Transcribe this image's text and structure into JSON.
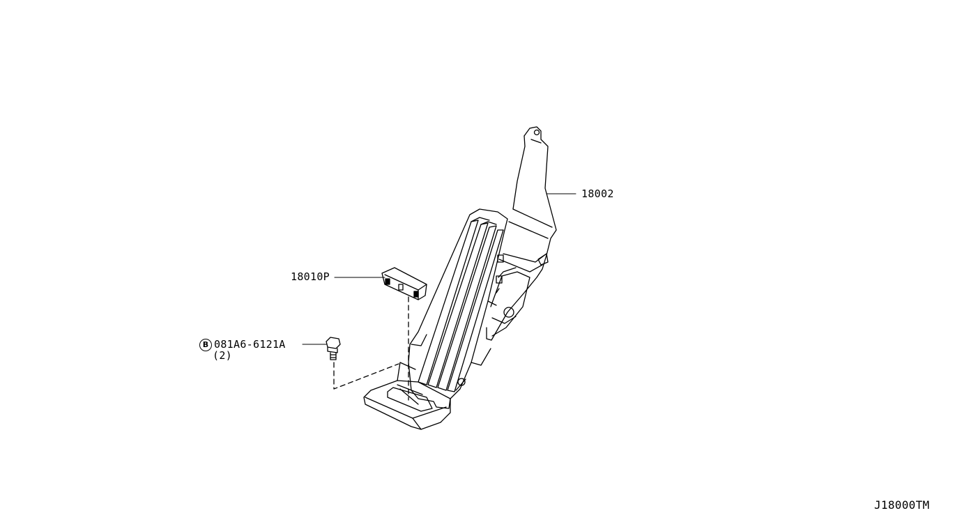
{
  "diagram": {
    "callouts": {
      "pedal_assembly": "18002",
      "pad_cover": "18010P",
      "bolt_symbol": "B",
      "bolt_part": "081A6-6121A",
      "bolt_qty": "(2)"
    },
    "drawing_code": "J18000TM"
  }
}
